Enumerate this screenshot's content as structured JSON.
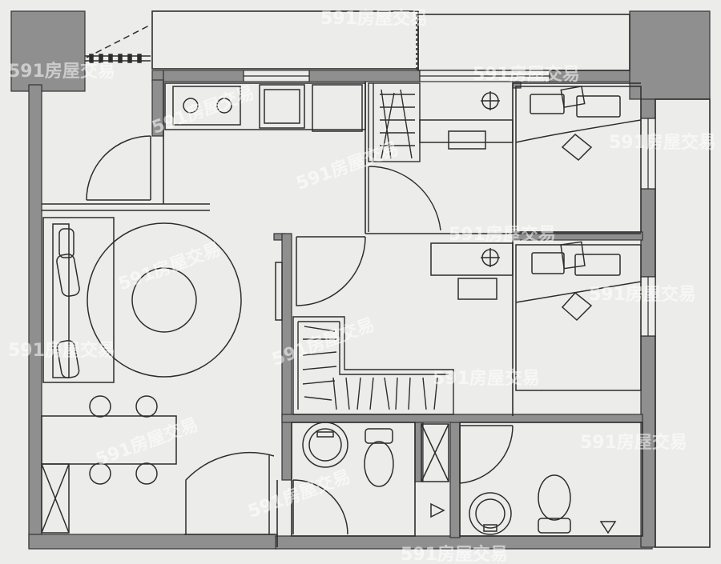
{
  "plan": {
    "watermark": "591房屋交易",
    "colors": {
      "paper": "#ecedeb",
      "wall": "#8f8f8f",
      "line": "#2d2d2d",
      "watermark": "#ffffff"
    }
  },
  "rooms": [
    {
      "id": "living-dining",
      "label": ""
    },
    {
      "id": "kitchen",
      "label": ""
    },
    {
      "id": "bedroom-1",
      "label": ""
    },
    {
      "id": "bedroom-2",
      "label": ""
    },
    {
      "id": "walk-in-closet",
      "label": ""
    },
    {
      "id": "bathroom-1",
      "label": ""
    },
    {
      "id": "bathroom-2",
      "label": ""
    },
    {
      "id": "balcony",
      "label": ""
    }
  ]
}
